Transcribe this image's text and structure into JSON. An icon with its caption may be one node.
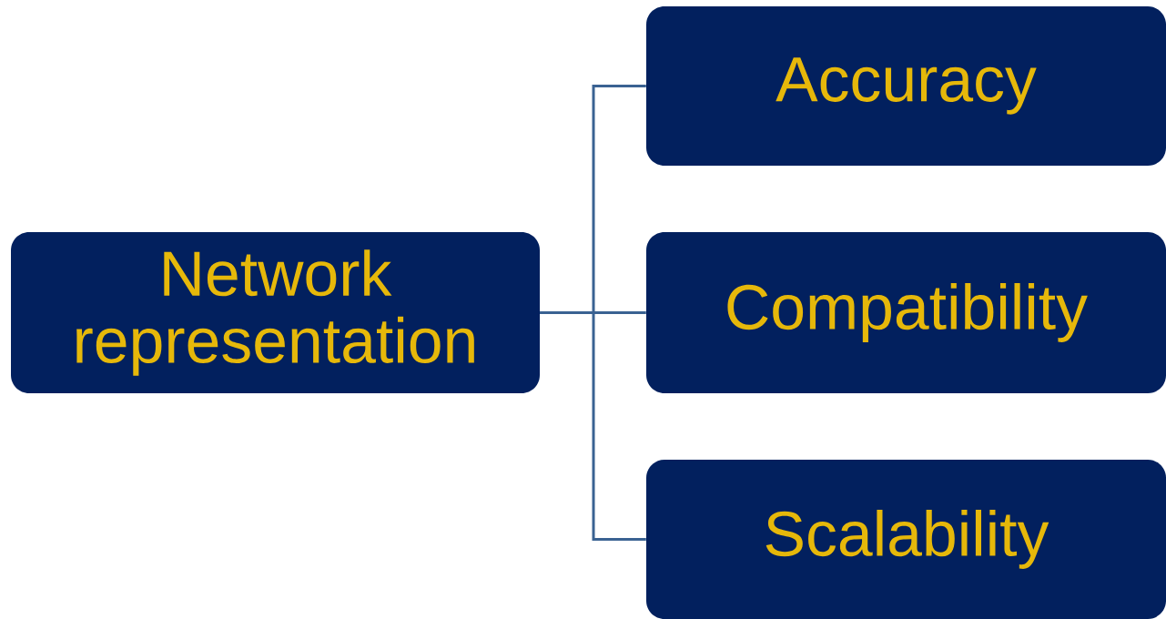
{
  "diagram": {
    "nodes": [
      {
        "text": [
          "Network representation"
        ]
      },
      {
        "text": [
          "Accuracy"
        ]
      },
      {
        "text": [
          "Compatibility"
        ]
      },
      {
        "text": [
          "Scalability"
        ]
      }
    ],
    "edges": [
      {
        "from": 0,
        "to": 1,
        "arrow": "none"
      },
      {
        "from": 0,
        "to": 2,
        "arrow": "none"
      },
      {
        "from": 0,
        "to": 3,
        "arrow": "none"
      }
    ]
  }
}
